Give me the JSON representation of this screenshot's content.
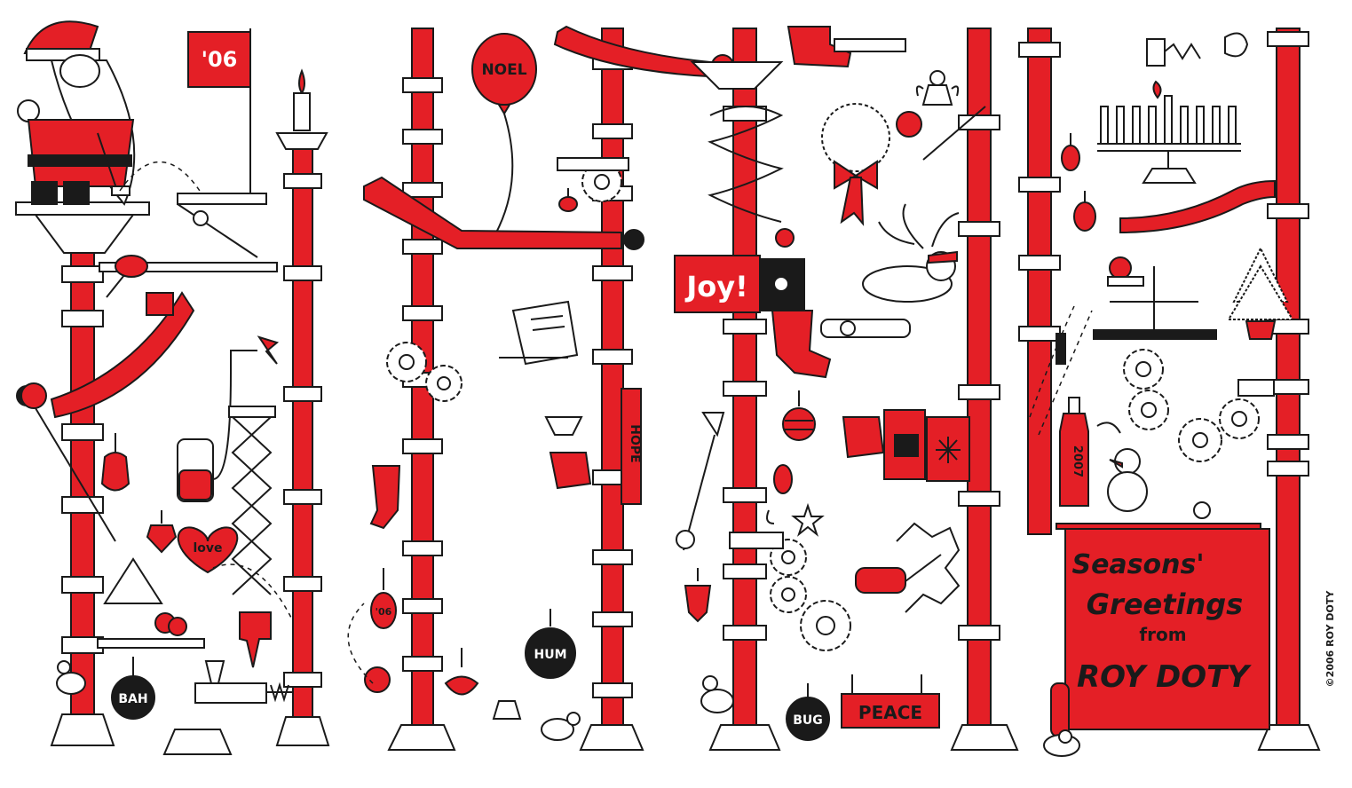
{
  "colors": {
    "red": "#e41f26",
    "ink": "#1a1a1a",
    "paper": "#ffffff"
  },
  "labels": {
    "flag": "'06",
    "balloon": "NOEL",
    "heart": "love",
    "hope": "HOPE",
    "joy": "Joy!",
    "bah": "BAH",
    "hum": "HUM",
    "bug": "BUG",
    "peace": "PEACE",
    "ornament_year": "'06",
    "bottle_year": "2007",
    "banner_line1": "Seasons'",
    "banner_line2": "Greetings",
    "banner_line3": "from",
    "banner_line4": "ROY DOTY",
    "copyright": "©2006 ROY DOTY"
  },
  "icons": [
    "santa-icon",
    "flag-icon",
    "candle-icon",
    "balloon-icon",
    "wreath-icon",
    "angel-icon",
    "reindeer-icon",
    "menorah-icon",
    "christmas-tree-icon",
    "snowman-icon",
    "mouse-icon",
    "gear-icon",
    "bomb-icon",
    "ornament-icon",
    "stocking-icon",
    "bird-icon",
    "glove-icon",
    "bottle-icon",
    "star-icon",
    "snowflake-icon"
  ]
}
